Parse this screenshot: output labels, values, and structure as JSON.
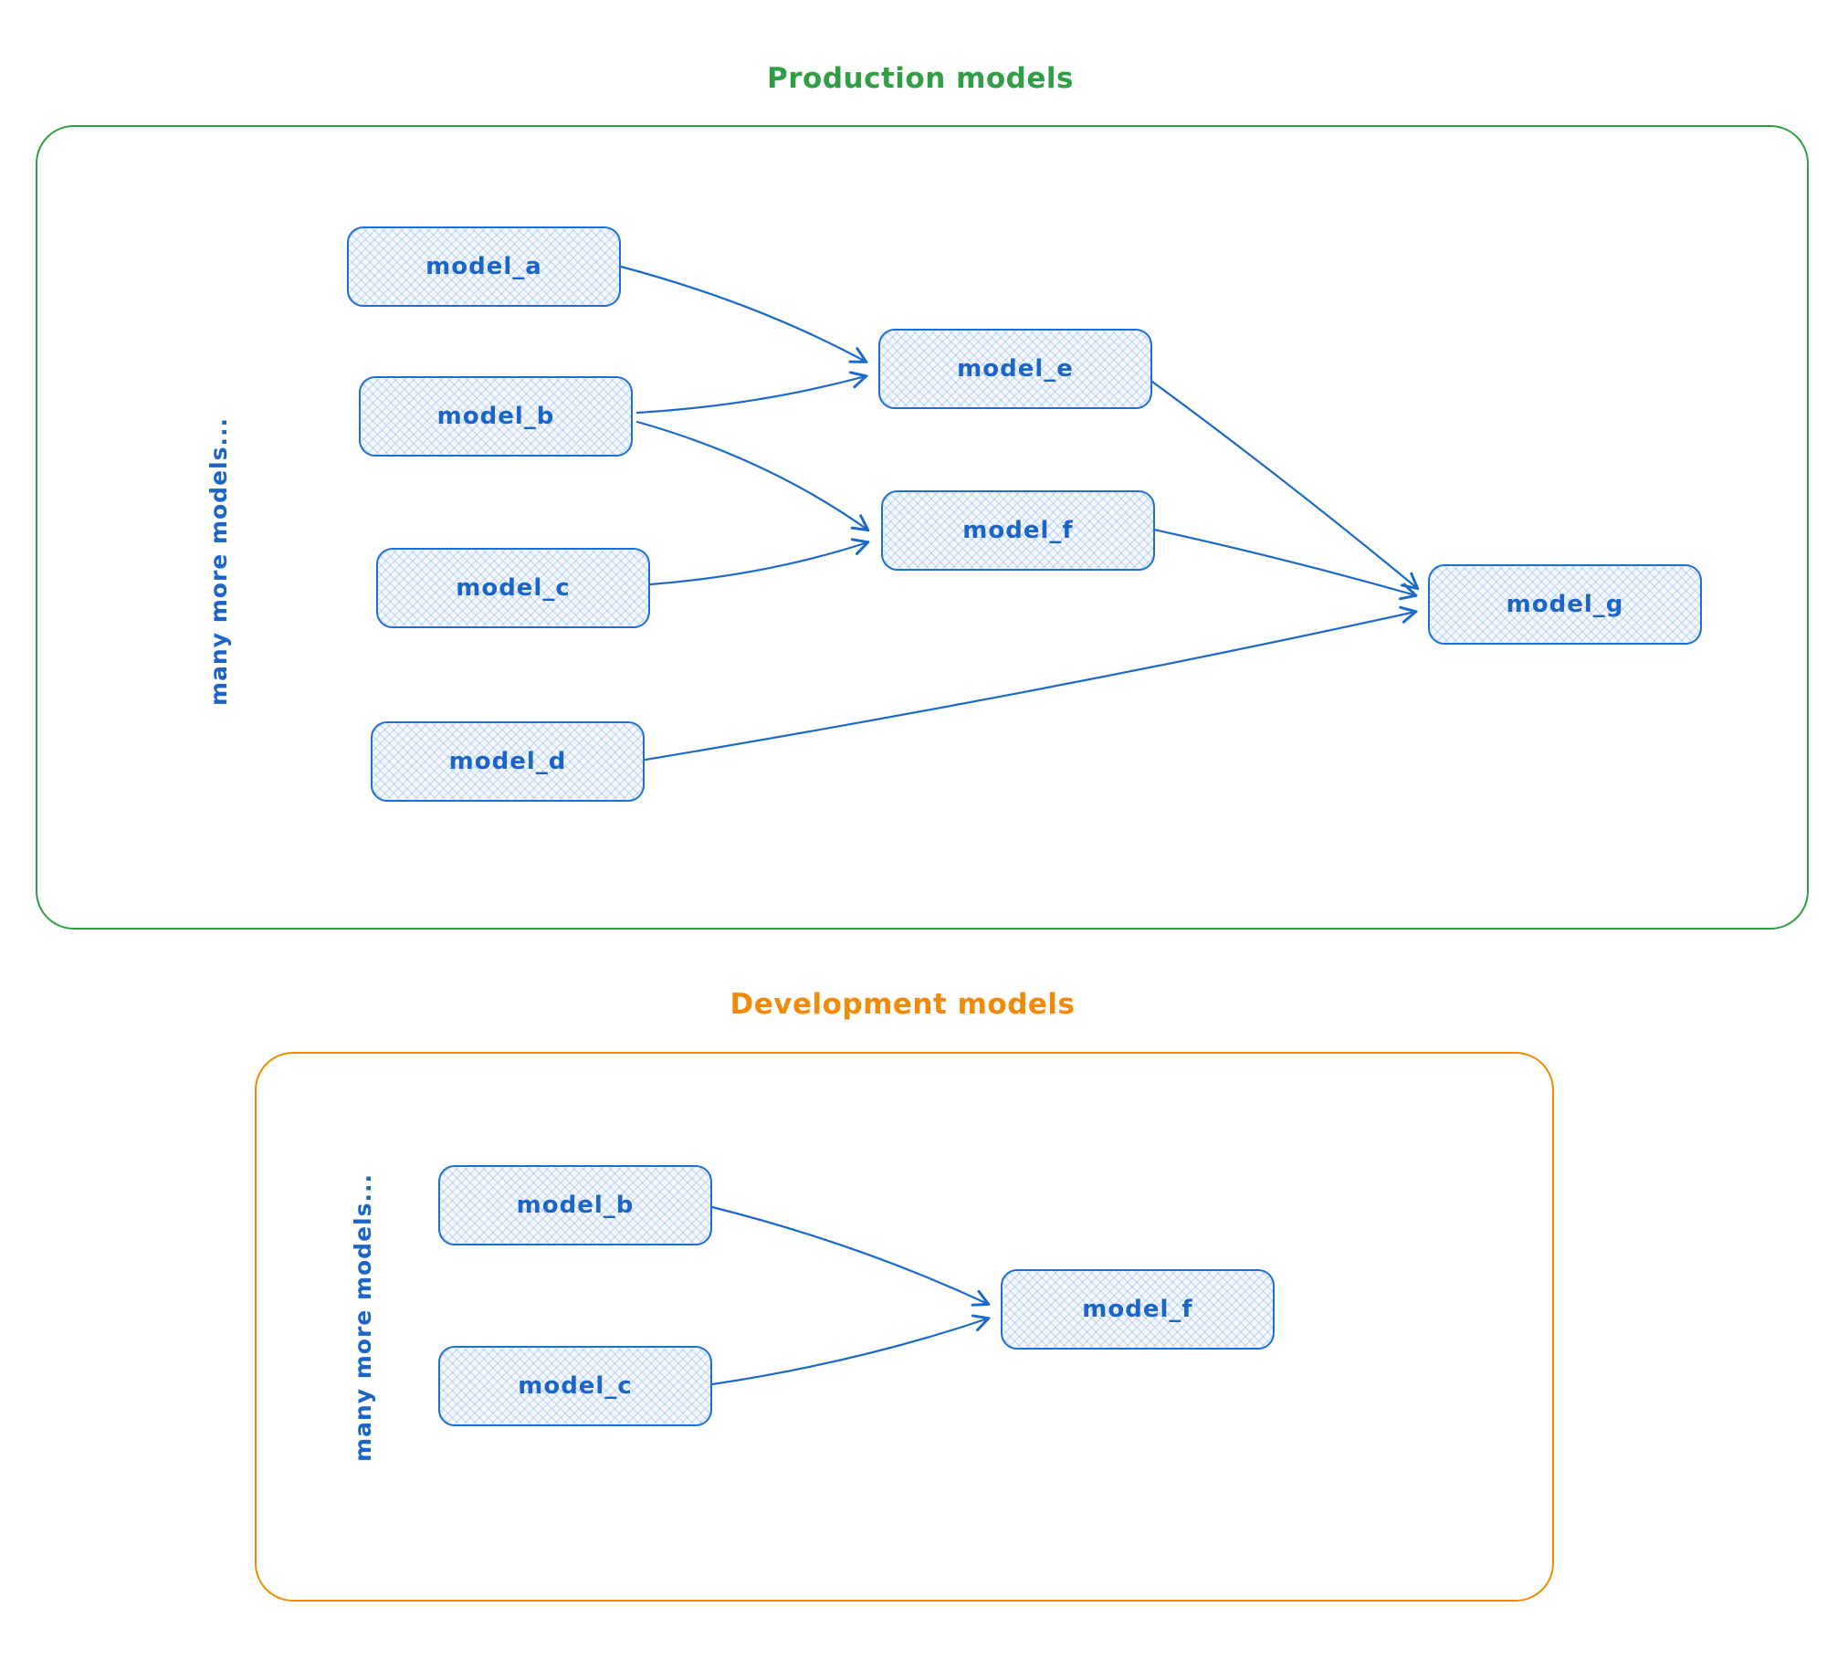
{
  "production": {
    "title": "Production models",
    "side_label": "many more models...",
    "nodes": {
      "a": "model_a",
      "b": "model_b",
      "c": "model_c",
      "d": "model_d",
      "e": "model_e",
      "f": "model_f",
      "g": "model_g"
    },
    "edges": [
      {
        "from": "model_a",
        "to": "model_e"
      },
      {
        "from": "model_b",
        "to": "model_e"
      },
      {
        "from": "model_b",
        "to": "model_f"
      },
      {
        "from": "model_c",
        "to": "model_f"
      },
      {
        "from": "model_e",
        "to": "model_g"
      },
      {
        "from": "model_f",
        "to": "model_g"
      },
      {
        "from": "model_d",
        "to": "model_g"
      }
    ]
  },
  "development": {
    "title": "Development models",
    "side_label": "many more models...",
    "nodes": {
      "b": "model_b",
      "c": "model_c",
      "f": "model_f"
    },
    "edges": [
      {
        "from": "model_b",
        "to": "model_f"
      },
      {
        "from": "model_c",
        "to": "model_f"
      }
    ]
  },
  "colors": {
    "production_border": "#2f9e44",
    "development_border": "#f08c00",
    "node_border": "#1d6fd6",
    "node_fill": "#e9f1fc",
    "node_text": "#1b64c8",
    "arrow": "#1b6ac9"
  }
}
